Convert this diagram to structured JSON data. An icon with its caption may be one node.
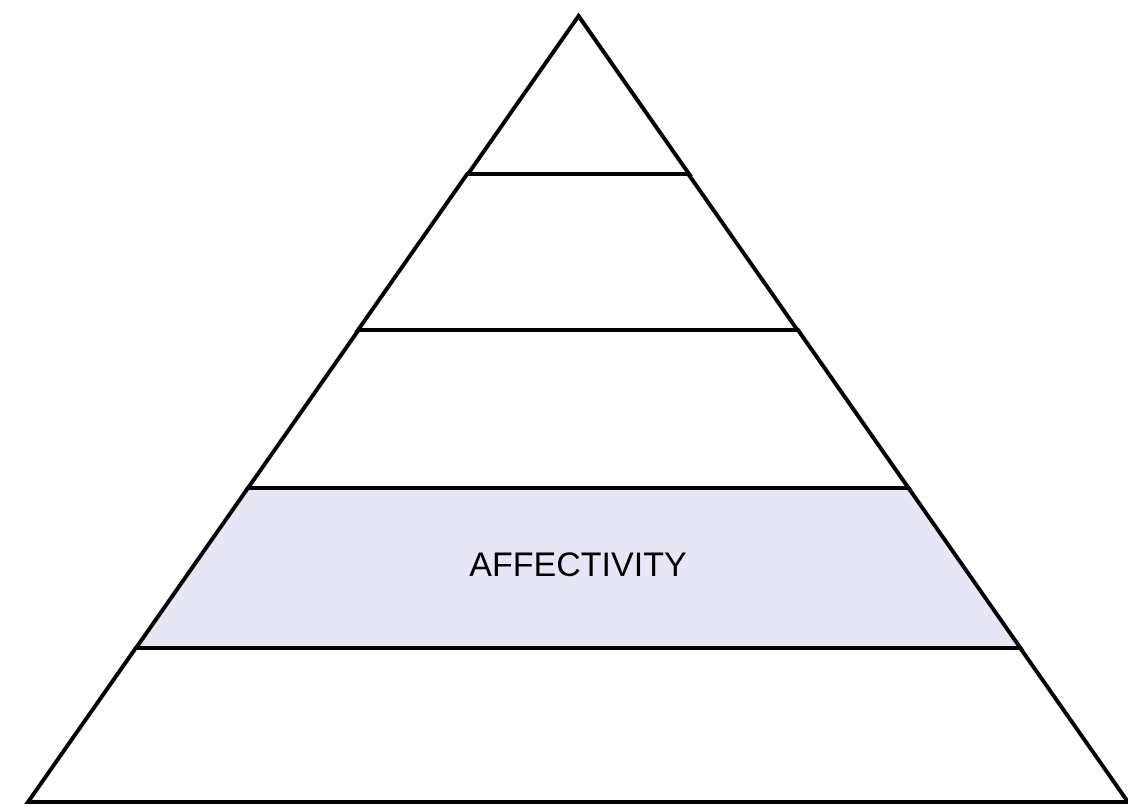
{
  "diagram": {
    "nodes": [
      {
        "text": [],
        "shape": "triangle"
      },
      {
        "text": [],
        "shape": "trapezoid"
      },
      {
        "text": [],
        "shape": "trapezoid"
      },
      {
        "text": [
          "AFFECTIVITY"
        ]
      },
      {
        "text": [],
        "shape": "trapezoid"
      }
    ]
  }
}
